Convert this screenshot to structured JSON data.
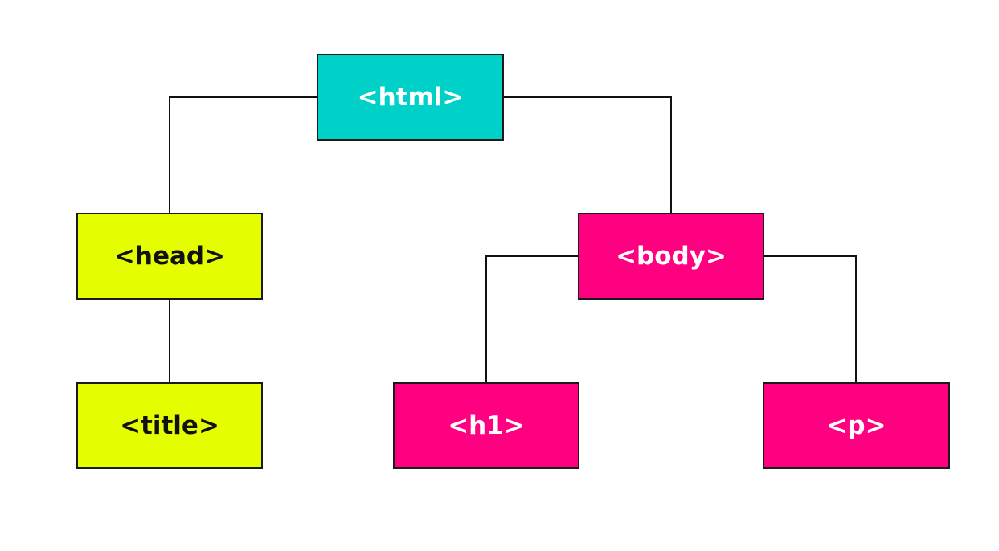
{
  "colors": {
    "root": "#00D1C8",
    "head_branch": "#E6FF00",
    "body_branch": "#FF0080",
    "line": "#111111",
    "dark_text": "#111111",
    "light_text": "#FFFFFF"
  },
  "nodes": {
    "html": {
      "label": "<html>",
      "fill": "#00D1C8",
      "text_color": "#FFFFFF"
    },
    "head": {
      "label": "<head>",
      "fill": "#E6FF00",
      "text_color": "#111111"
    },
    "title": {
      "label": "<title>",
      "fill": "#E6FF00",
      "text_color": "#111111"
    },
    "body": {
      "label": "<body>",
      "fill": "#FF0080",
      "text_color": "#FFFFFF"
    },
    "h1": {
      "label": "<h1>",
      "fill": "#FF0080",
      "text_color": "#FFFFFF"
    },
    "p": {
      "label": "<p>",
      "fill": "#FF0080",
      "text_color": "#FFFFFF"
    }
  },
  "edges": [
    {
      "from": "html",
      "to": "head"
    },
    {
      "from": "html",
      "to": "body"
    },
    {
      "from": "head",
      "to": "title"
    },
    {
      "from": "body",
      "to": "h1"
    },
    {
      "from": "body",
      "to": "p"
    }
  ]
}
